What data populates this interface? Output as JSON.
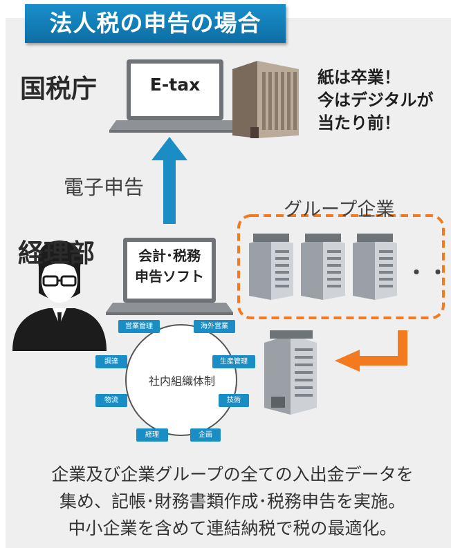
{
  "title": "法人税の申告の場合",
  "agency_label": "国税庁",
  "etax_label": "E-tax",
  "speech_lines": [
    "紙は卒業！",
    "今はデジタルが",
    "当たり前！"
  ],
  "upload_label": "電子申告",
  "group_label": "グループ企業",
  "dept_label": "経理部",
  "software_lines": [
    "会計･税務",
    "申告ソフト"
  ],
  "org_center": "社内組織体制",
  "org_units": [
    "営業管理",
    "海外営業",
    "調達",
    "生産管理",
    "物流",
    "技術",
    "経理",
    "企画"
  ],
  "ellipsis": "・・・",
  "footer_lines": [
    "企業及び企業グループの全ての入出金データを",
    "集め、記帳･財務書類作成･税務申告を実施。",
    "中小企業を含めて連結納税で税の最適化。"
  ],
  "colors": {
    "title_bg": "#1a8fcb",
    "arrow_blue": "#1a8ec4",
    "arrow_orange": "#f47a1f",
    "dashed_orange": "#f47a1f",
    "panel_bg": "#efefef"
  }
}
